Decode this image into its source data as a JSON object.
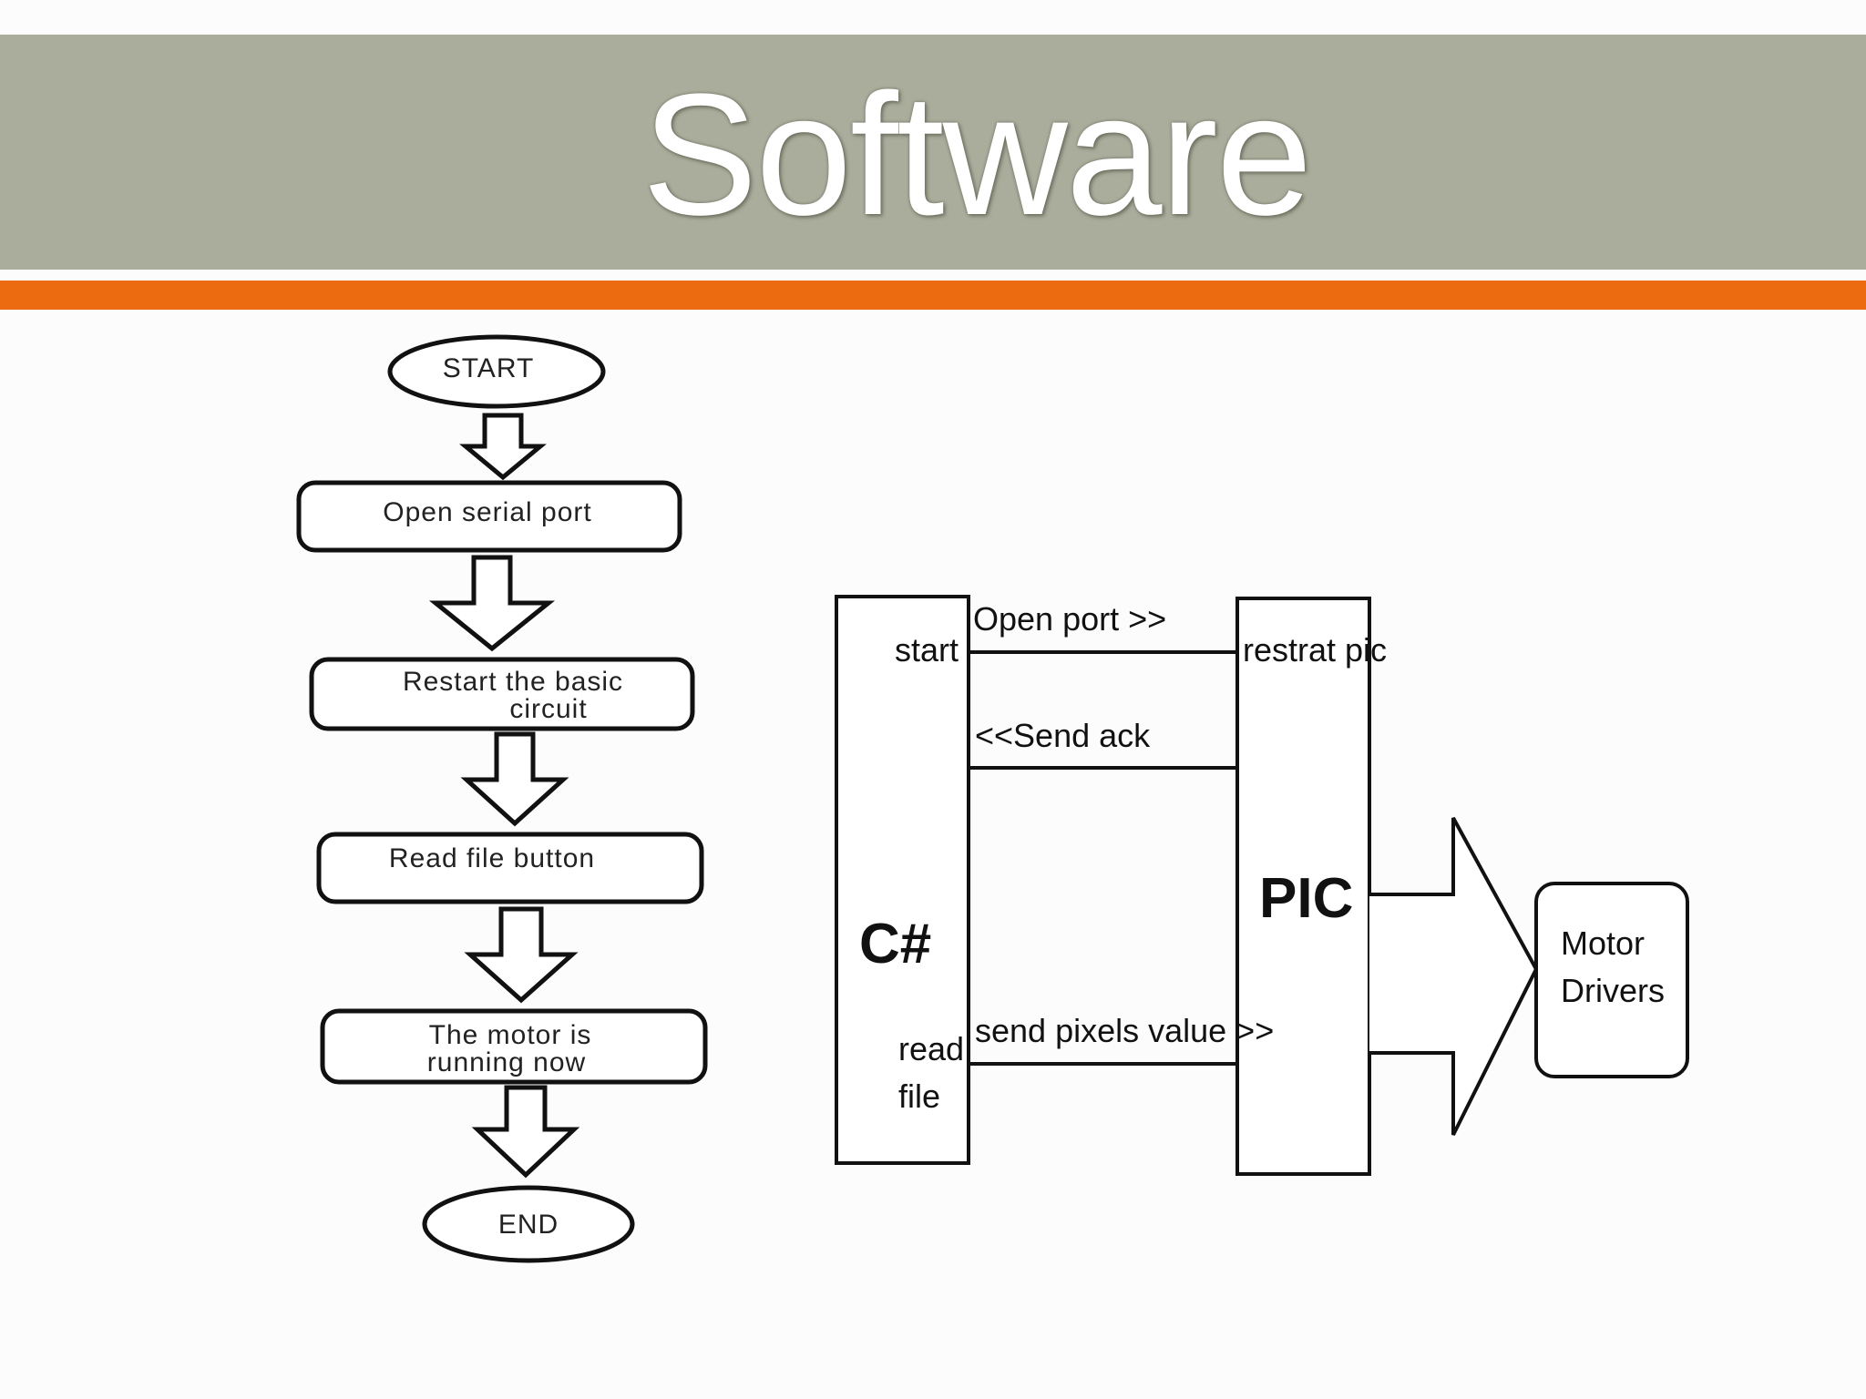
{
  "slide": {
    "title": "Software",
    "colors": {
      "title_band": "#aaac9c",
      "accent_band": "#ec6a10",
      "title_text": "#ffffff",
      "background": "#fdfcfd"
    }
  },
  "flowchart": {
    "start": "START",
    "steps": [
      {
        "line1": "Open serial port",
        "line2": ""
      },
      {
        "line1": "Restart the basic",
        "line2": "circuit"
      },
      {
        "line1": "Read file button",
        "line2": ""
      },
      {
        "line1": "The motor is",
        "line2": "running now"
      }
    ],
    "end": "END"
  },
  "block_diagram": {
    "csharp": {
      "label": "C#",
      "port_start": "start",
      "port_read_line1": "read",
      "port_read_line2": "file"
    },
    "pic": {
      "label": "PIC",
      "port_restart": "restrat pic"
    },
    "signals": {
      "open_port": "Open port >>",
      "send_ack": "<<Send ack",
      "send_pixels": "send pixels value >>"
    },
    "motor_drivers": {
      "line1": "Motor",
      "line2": "Drivers"
    }
  }
}
